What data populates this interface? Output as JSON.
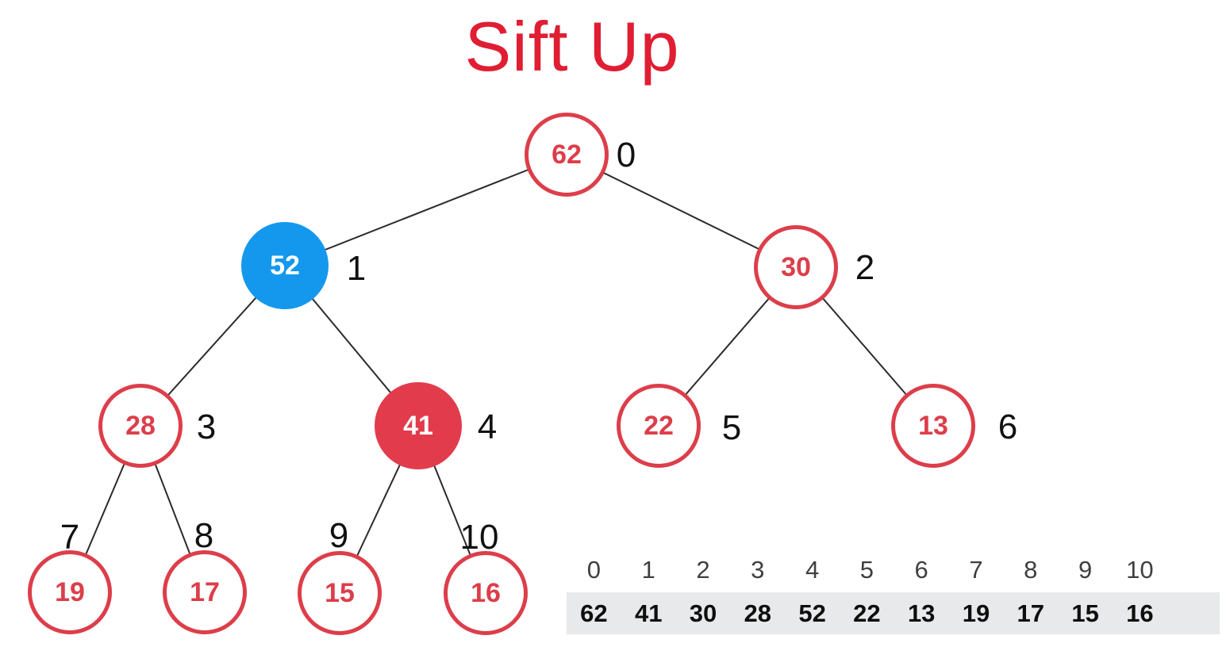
{
  "title": "Sift Up",
  "colors": {
    "title_red": "#e01e33",
    "node_red": "#dc3e4a",
    "highlight_blue_fill": "#1498ee",
    "highlight_red_fill": "#e23c4c",
    "array_background": "#e8e9ea",
    "edge_black": "#2b2b2b"
  },
  "tree": {
    "nodes": [
      {
        "value": "62",
        "index": "0",
        "highlight": "none"
      },
      {
        "value": "52",
        "index": "1",
        "highlight": "blue"
      },
      {
        "value": "30",
        "index": "2",
        "highlight": "none"
      },
      {
        "value": "28",
        "index": "3",
        "highlight": "none"
      },
      {
        "value": "41",
        "index": "4",
        "highlight": "red"
      },
      {
        "value": "22",
        "index": "5",
        "highlight": "none"
      },
      {
        "value": "13",
        "index": "6",
        "highlight": "none"
      },
      {
        "value": "19",
        "index": "7",
        "highlight": "none"
      },
      {
        "value": "17",
        "index": "8",
        "highlight": "none"
      },
      {
        "value": "15",
        "index": "9",
        "highlight": "none"
      },
      {
        "value": "16",
        "index": "10",
        "highlight": "none"
      }
    ]
  },
  "array": {
    "indices": [
      "0",
      "1",
      "2",
      "3",
      "4",
      "5",
      "6",
      "7",
      "8",
      "9",
      "10"
    ],
    "values": [
      "62",
      "41",
      "30",
      "28",
      "52",
      "22",
      "13",
      "19",
      "17",
      "15",
      "16"
    ]
  }
}
